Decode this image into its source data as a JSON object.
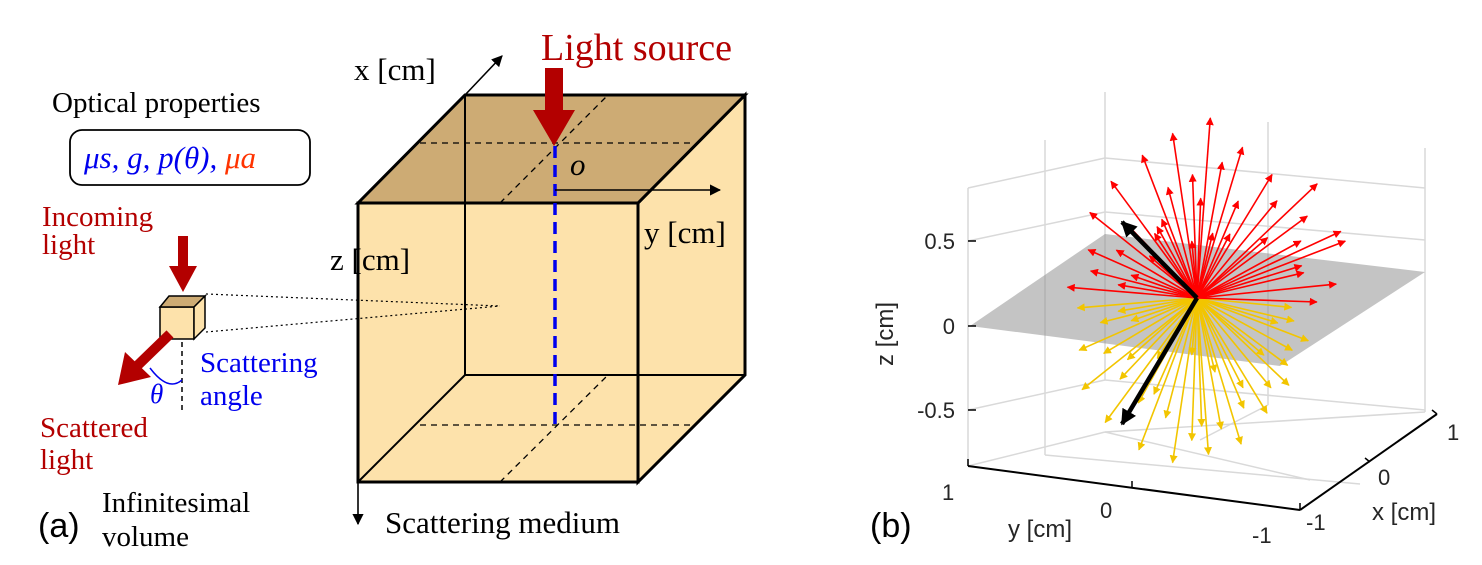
{
  "panel_a": {
    "panel_label": "(a)",
    "light_source": "Light source",
    "axis_x": "x [cm]",
    "axis_y": "y [cm]",
    "axis_z": "z [cm]",
    "origin": "o",
    "optical_title": "Optical properties",
    "optical_params_blue": "μs, g, p(θ), ",
    "optical_param_red": "μa",
    "incoming_1": "Incoming",
    "incoming_2": "light",
    "scattering_angle_1": "Scattering",
    "scattering_angle_2": "angle",
    "theta": "θ",
    "scattered_1": "Scattered",
    "scattered_2": "light",
    "infinitesimal_1": "Infinitesimal",
    "infinitesimal_2": "volume",
    "medium": "Scattering medium"
  },
  "panel_b": {
    "panel_label": "(b)",
    "zlabel": "z [cm]",
    "xlabel": "x [cm]",
    "ylabel": "y [cm]",
    "z_ticks": [
      "0.5",
      "0",
      "-0.5"
    ],
    "x_ticks": [
      "1",
      "0",
      "-1"
    ],
    "y_ticks": [
      "1",
      "0",
      "-1"
    ]
  },
  "colors": {
    "dark_red": "#b30000",
    "blue": "#0000ee",
    "orange_red": "#ff3300",
    "forward_arrows": "#ff0000",
    "backward_arrows": "#ffcc00",
    "cube_face": "#fde2ab",
    "cube_top": "#cdab74"
  }
}
